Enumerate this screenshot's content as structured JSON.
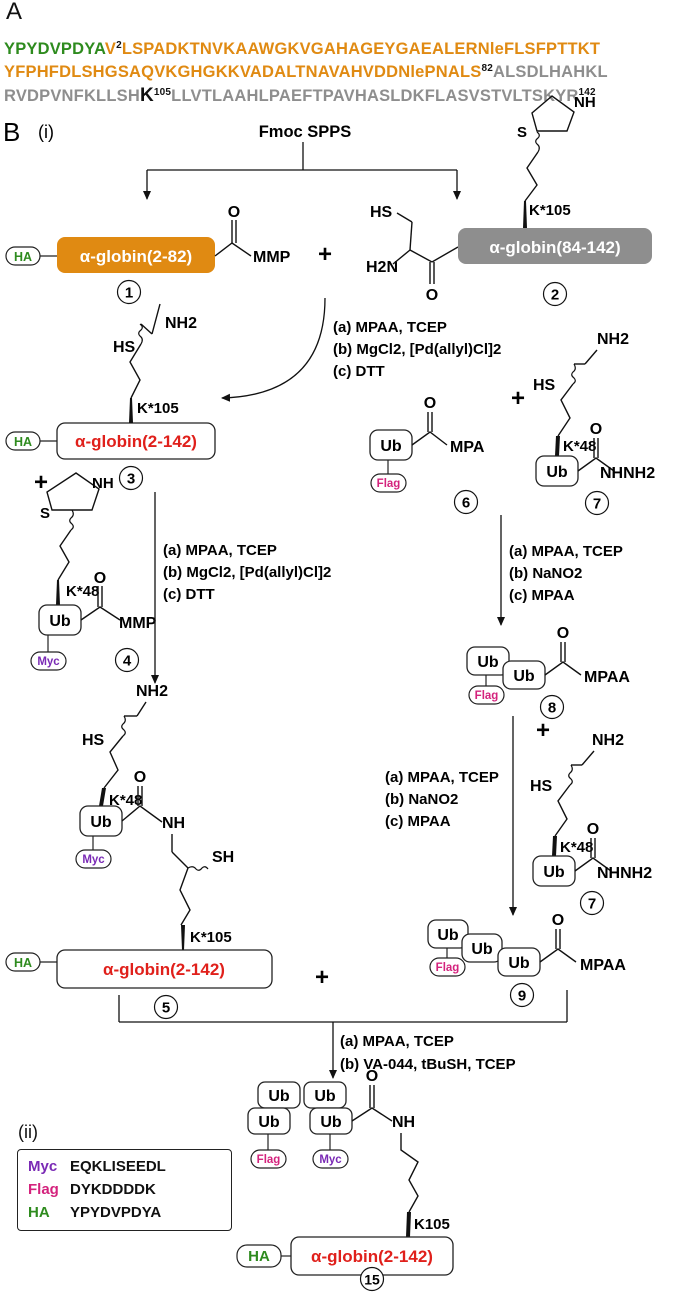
{
  "panel_a": {
    "letter": "A",
    "line1": {
      "green": "YPYDVPDYA",
      "orange_v": "V",
      "sup_2": "2",
      "orange": "LSPADKTNVKAAWGKVGAHAGEYGAEALERNleFLSFPTTKT"
    },
    "line2": {
      "orange": "YFPHFDLSHGSAQVKGHGKKVADALTNAVAHVDDNlePNALS",
      "sup_82": "82",
      "gray": "ALSDLHAHKL"
    },
    "line3": {
      "gray1": "RVDPVNFKLLSH",
      "k": "K",
      "sup_105": "105",
      "gray2": "LLVTLAAHLPAEFTPAVHASLDKFLASVSTVLTSKYR",
      "sup_142": "142"
    }
  },
  "panel_b": {
    "letter": "B",
    "sub_i": "(i)",
    "sub_ii": "(ii)",
    "fmoc": "Fmoc SPPS",
    "tags": {
      "ha": "HA",
      "myc": "Myc",
      "flag": "Flag",
      "ub": "Ub"
    },
    "globin_2_82": "α-globin(2-82)",
    "globin_84_142": "α-globin(84-142)",
    "globin_2_142": "α-globin(2-142)",
    "groups": {
      "mmp": "MMP",
      "mpa": "MPA",
      "mpaa": "MPAA",
      "nhnh2": "NHNH2",
      "nh2": "NH2",
      "h2n": "H2N",
      "hs": "HS",
      "sh": "SH",
      "nh": "NH",
      "s": "S",
      "o": "O",
      "plus": "+",
      "k105": "K*105",
      "k48": "K*48",
      "k105_final": "K105"
    },
    "compounds": [
      "1",
      "2",
      "3",
      "4",
      "5",
      "6",
      "7",
      "8",
      "9",
      "15"
    ],
    "cond_ligation_1": [
      "(a) MPAA, TCEP",
      "(b) MgCl2, [Pd(allyl)Cl]2",
      "(c) DTT"
    ],
    "cond_ligation_2": [
      "(a) MPAA, TCEP",
      "(b) MgCl2, [Pd(allyl)Cl]2",
      "(c) DTT"
    ],
    "cond_ub_1": [
      "(a) MPAA, TCEP",
      "(b) NaNO2",
      "(c) MPAA"
    ],
    "cond_ub_2": [
      "(a) MPAA, TCEP",
      "(b) NaNO2",
      "(c) MPAA"
    ],
    "cond_final": [
      "(a) MPAA, TCEP",
      "(b) VA-044, tBuSH, TCEP"
    ],
    "legend": [
      {
        "tag": "Myc",
        "seq": "EQKLISEEDL",
        "color": "#7a2ab5"
      },
      {
        "tag": "Flag",
        "seq": "DYKDDDDK",
        "color": "#d4237d"
      },
      {
        "tag": "HA",
        "seq": "YPYDVPDYA",
        "color": "#2e8b1e"
      }
    ]
  },
  "colors": {
    "green": "#2e8b1e",
    "orange": "#e08a12",
    "gray": "#8e8e8e",
    "red": "#e0201b",
    "purple": "#7a2ab5",
    "magenta": "#d4237d"
  }
}
